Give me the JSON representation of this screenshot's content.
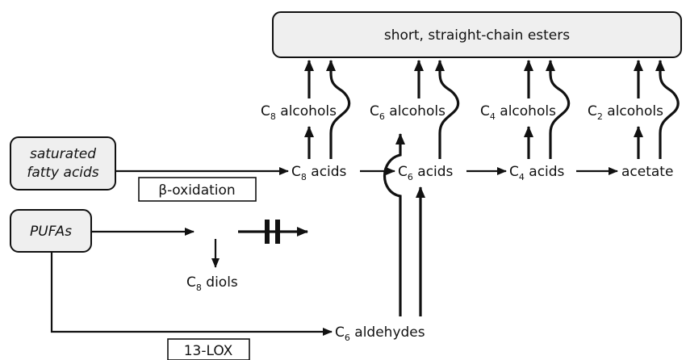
{
  "nodes": {
    "esters": "short, straight-chain esters",
    "sat1": "saturated",
    "sat2": "fatty acids",
    "pufas": "PUFAs",
    "beta": "β-oxidation",
    "lox": "13-LOX",
    "c8alc_pre": "C",
    "c8alc_sub": "8",
    "c8alc_post": " alcohols",
    "c6alc_pre": "C",
    "c6alc_sub": "6",
    "c6alc_post": " alcohols",
    "c4alc_pre": "C",
    "c4alc_sub": "4",
    "c4alc_post": " alcohols",
    "c2alc_pre": "C",
    "c2alc_sub": "2",
    "c2alc_post": " alcohols",
    "c8acid_pre": "C",
    "c8acid_sub": "8",
    "c8acid_post": " acids",
    "c6acid_pre": "C",
    "c6acid_sub": "6",
    "c6acid_post": " acids",
    "c4acid_pre": "C",
    "c4acid_sub": "4",
    "c4acid_post": " acids",
    "acetate": "acetate",
    "c8diol_pre": "C",
    "c8diol_sub": "8",
    "c8diol_post": " diols",
    "c6ald_pre": "C",
    "c6ald_sub": "6",
    "c6ald_post": " aldehydes"
  }
}
